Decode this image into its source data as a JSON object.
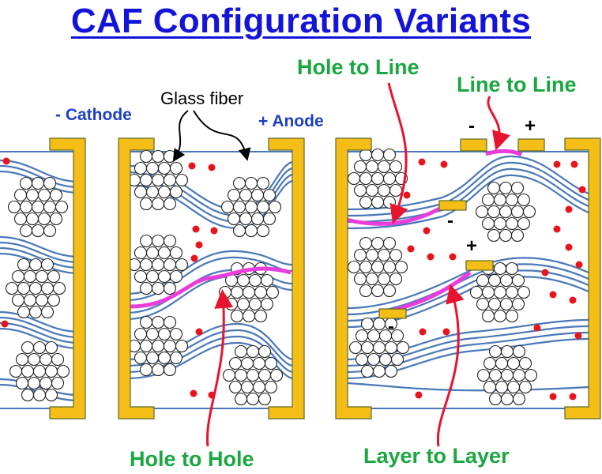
{
  "title": "CAF Configuration Variants",
  "labels": {
    "cathode": "- Cathode",
    "anode": "+ Anode",
    "glass_fiber": "Glass fiber",
    "hole_to_line": "Hole to Line",
    "line_to_line": "Line to Line",
    "hole_to_hole": "Hole to Hole",
    "layer_to_layer": "Layer to Layer"
  },
  "signs": {
    "line_minus": "-",
    "line_plus": "+",
    "hole_line_minus": "-",
    "layer_plus": "+",
    "layer_minus": "-"
  },
  "colors": {
    "title": "#1414d8",
    "blue_label": "#1c3fc4",
    "green_label": "#1aa640",
    "copper": "#f5be17",
    "copper_outline": "#5a6b2a",
    "fiber_line": "#4a78b8",
    "filament_path": "#e83ddb",
    "ion": "#e8141c",
    "arrow": "#e8142e"
  }
}
